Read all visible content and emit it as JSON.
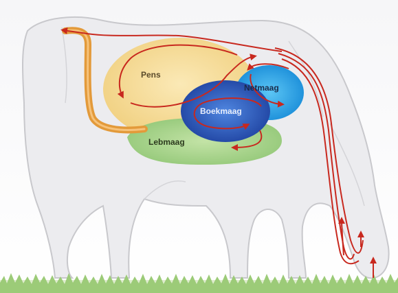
{
  "organs": {
    "pens": "Pens",
    "netmaag": "Netmaag",
    "boekmaag": "Boekmaag",
    "lebmaag": "Lebmaag"
  },
  "colors": {
    "pens": "#f3d894",
    "netmaag": "#1e9be0",
    "boekmaag": "#2f5fc4",
    "lebmaag": "#a9d48a",
    "flow": "#c8281e",
    "esophagus": "#e39a3a",
    "cow_outline": "#c8c8cc",
    "grass": "#8cc46a"
  },
  "icons": {
    "cow": "cow-silhouette",
    "arrow": "flow-arrow"
  }
}
